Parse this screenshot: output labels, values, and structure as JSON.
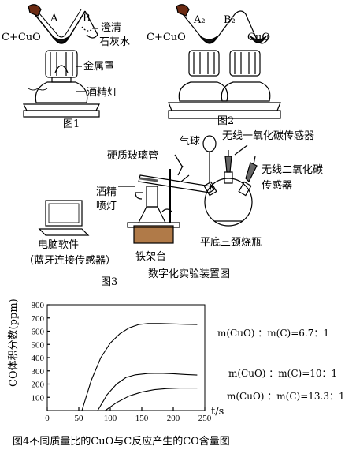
{
  "fig1": {
    "tube_a": "A",
    "tube_b": "B",
    "reactants": "C+CuO",
    "limewater_line1": "澄清",
    "limewater_line2": "石灰水",
    "metal_cover": "金属罩",
    "alcohol_lamp": "酒精灯",
    "caption": "图1"
  },
  "fig2": {
    "tube_a2": "A₂",
    "tube_b2": "B₂",
    "reactants_left": "C+CuO",
    "reactant_right": "CuO",
    "caption": "图2"
  },
  "fig3": {
    "hard_glass_tube": "硬质玻璃管",
    "balloon": "气球",
    "co_sensor": "无线一氧化碳传感器",
    "co2_sensor_line1": "无线二氧化碳",
    "co2_sensor_line2": "传感器",
    "blowtorch_line1": "酒精",
    "blowtorch_line2": "喷灯",
    "software_line1": "电脑软件",
    "software_line2": "（蓝牙连接传感器）",
    "flask": "平底三颈烧瓶",
    "stand": "铁架台",
    "caption": "图3",
    "subtitle": "数字化实验装置图"
  },
  "chart_data": {
    "type": "line",
    "ylabel": "CO体积分数(ppm)",
    "xlabel": "t/s",
    "xlim": [
      0,
      250
    ],
    "ylim": [
      0,
      800
    ],
    "xticks": [
      0,
      50,
      100,
      150,
      200,
      250
    ],
    "yticks": [
      100,
      200,
      300,
      400,
      500,
      600,
      700,
      800
    ],
    "series": [
      {
        "name": "m(CuO) ：m(C)=6.7：1",
        "x": [
          55,
          70,
          85,
          100,
          115,
          130,
          145,
          160,
          180,
          200,
          220,
          238
        ],
        "y": [
          0,
          230,
          400,
          510,
          580,
          625,
          650,
          658,
          658,
          655,
          652,
          650
        ]
      },
      {
        "name": "m(CuO) ：m(C)=10：1",
        "x": [
          80,
          95,
          110,
          125,
          140,
          160,
          180,
          200,
          220,
          238
        ],
        "y": [
          0,
          120,
          200,
          250,
          270,
          280,
          282,
          278,
          272,
          268
        ]
      },
      {
        "name": "m(CuO) ：m(C)=13.3：1",
        "x": [
          92,
          110,
          130,
          150,
          170,
          190,
          210,
          238
        ],
        "y": [
          0,
          60,
          110,
          140,
          158,
          166,
          170,
          170
        ]
      }
    ],
    "caption": "图4不同质量比的CuO与C反应产生的CO含量图"
  }
}
